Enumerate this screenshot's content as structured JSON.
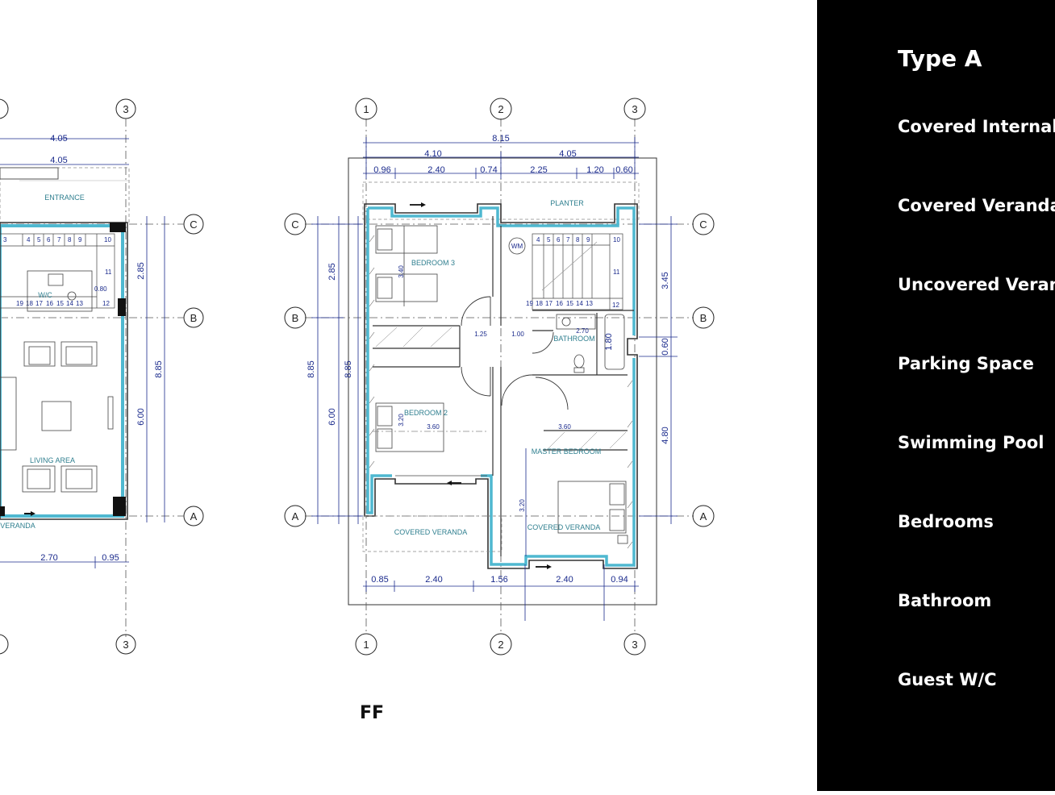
{
  "panel": {
    "title": "Type A",
    "items": [
      "Covered Internal",
      "Covered Veranda",
      "Uncovered Veran",
      "Parking Space",
      "Swimming Pool",
      "Bedrooms",
      "Bathroom",
      "Guest W/C"
    ]
  },
  "floor_label": "FF",
  "ground_floor": {
    "grid_labels": [
      "3",
      "3",
      "C",
      "B",
      "A"
    ],
    "top_dims": [
      "4.05",
      "4.05"
    ],
    "right_dims": [
      "2.85",
      "6.00",
      "8.85"
    ],
    "bottom_dims": [
      "2.70",
      "0.95"
    ],
    "rooms": [
      "ENTRANCE",
      "W/C",
      "LIVING AREA",
      "VERANDA"
    ],
    "stair_numbers_top": [
      "3",
      "4",
      "5",
      "6",
      "7",
      "8",
      "9",
      "10"
    ],
    "stair_numbers_bottom": [
      "19",
      "18",
      "17",
      "16",
      "15",
      "14",
      "13",
      "12"
    ],
    "stair_side": "11",
    "small_dim": "0.80"
  },
  "first_floor": {
    "grid_top": [
      "1",
      "2",
      "3"
    ],
    "grid_bottom": [
      "1",
      "2",
      "3"
    ],
    "grid_left": [
      "C",
      "B",
      "A"
    ],
    "grid_right": [
      "C",
      "B",
      "A"
    ],
    "overall_width": "8.15",
    "half_widths": [
      "4.10",
      "4.05"
    ],
    "top_segments": [
      "0.96",
      "2.40",
      "0.74",
      "2.25",
      "1.20",
      "0.60"
    ],
    "bottom_segments": [
      "0.85",
      "2.40",
      "1.56",
      "2.40",
      "0.94"
    ],
    "left_dims": [
      "2.85",
      "6.00",
      "8.85",
      "8.85"
    ],
    "right_dims": [
      "3.45",
      "0.60",
      "4.80"
    ],
    "rooms": [
      "PLANTER",
      "BEDROOM 3",
      "BATHROOM",
      "BEDROOM 2",
      "MASTER BEDROOM",
      "COVERED VERANDA",
      "COVERED VERANDA"
    ],
    "interior_dims": [
      "3.40",
      "1.25",
      "1.00",
      "2.70",
      "1.80",
      "3.20",
      "3.60",
      "3.60",
      "3.20"
    ],
    "wm": "WM",
    "stair_numbers_top": [
      "4",
      "5",
      "6",
      "7",
      "8",
      "9",
      "10"
    ],
    "stair_numbers_bottom": [
      "19",
      "18",
      "17",
      "16",
      "15",
      "14",
      "13",
      "12"
    ],
    "stair_side": "11"
  },
  "colors": {
    "wall_accent": "#4fb8d0",
    "dimension": "#1a2a8c",
    "room_label": "#2f7f8f",
    "panel_bg": "#000000"
  }
}
